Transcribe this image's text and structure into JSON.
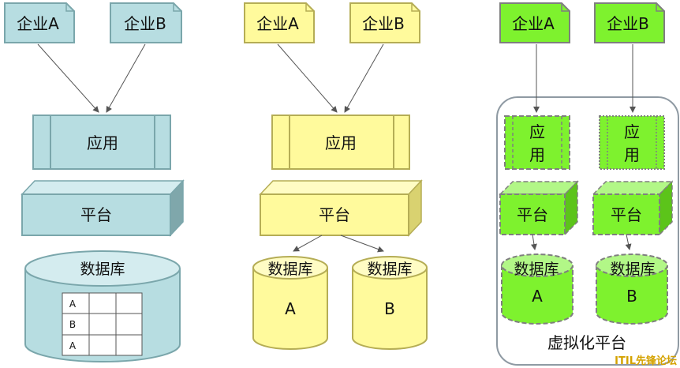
{
  "columns": [
    {
      "tenants": [
        "企业A",
        "企业B"
      ],
      "app_label": "应用",
      "platform_label": "平台",
      "db_label": "数据库",
      "table_rows": [
        "A",
        "B",
        "A"
      ],
      "colors": {
        "fill": "#b7dde1",
        "side": "#8fbfc4",
        "stroke": "#7aa6ab"
      }
    },
    {
      "tenants": [
        "企业A",
        "企业B"
      ],
      "app_label": "应用",
      "platform_label": "平台",
      "db_label": "数据库",
      "db_names": [
        "A",
        "B"
      ],
      "colors": {
        "fill": "#fffa9c",
        "side": "#d9d270",
        "stroke": "#b5ad55"
      }
    },
    {
      "tenants": [
        "企业A",
        "企业B"
      ],
      "app_label": "应用",
      "platform_label": "平台",
      "db_label": "数据库",
      "db_names": [
        "A",
        "B"
      ],
      "container_label": "虚拟化平台",
      "colors": {
        "fill": "#7ef22e",
        "side": "#5cc41a",
        "stroke": "#7f7f7f"
      }
    }
  ],
  "watermark": "ITIL先锋论坛"
}
